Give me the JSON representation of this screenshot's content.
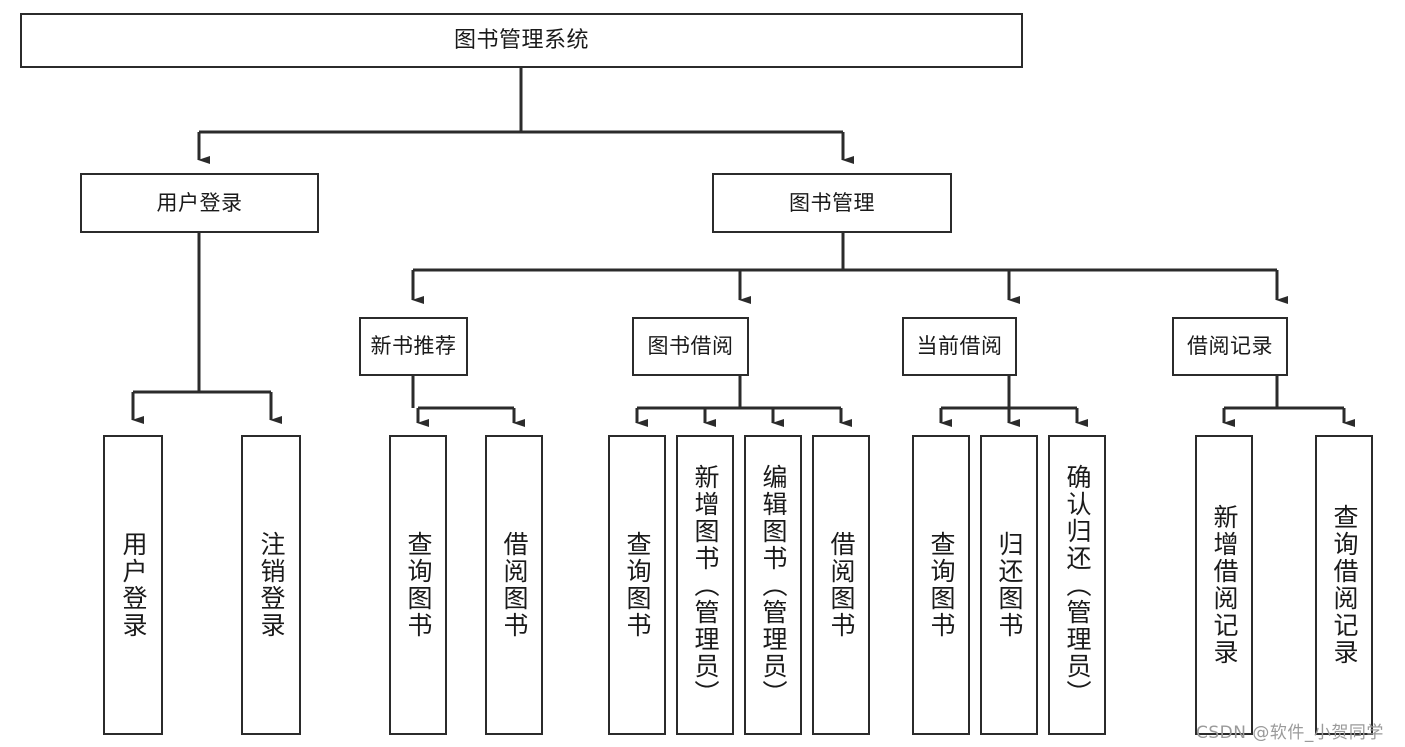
{
  "diagram": {
    "type": "tree",
    "title": "图书管理系统",
    "watermark": "CSDN @软件_小贺同学",
    "colors": {
      "box_stroke": "#2b2b2b",
      "box_fill": "#ffffff",
      "connector": "#2b2b2b",
      "background": "#ffffff",
      "watermark": "#9a9a9a"
    },
    "levels": {
      "root": {
        "label": "图书管理系统"
      },
      "level2": [
        {
          "label": "用户登录"
        },
        {
          "label": "图书管理"
        }
      ],
      "level3": [
        {
          "label": "新书推荐"
        },
        {
          "label": "图书借阅"
        },
        {
          "label": "当前借阅"
        },
        {
          "label": "借阅记录"
        }
      ],
      "leaves": {
        "user_login": [
          {
            "label": "用户登录"
          },
          {
            "label": "注销登录"
          }
        ],
        "new_book": [
          {
            "label": "查询图书"
          },
          {
            "label": "借阅图书"
          }
        ],
        "book_borrow": [
          {
            "label": "查询图书"
          },
          {
            "label": "新增图书（管理员）"
          },
          {
            "label": "编辑图书（管理员）"
          },
          {
            "label": "借阅图书"
          }
        ],
        "current_borrow": [
          {
            "label": "查询图书"
          },
          {
            "label": "归还图书"
          },
          {
            "label": "确认归还（管理员）"
          }
        ],
        "borrow_record": [
          {
            "label": "新增借阅记录"
          },
          {
            "label": "查询借阅记录"
          }
        ]
      }
    }
  }
}
